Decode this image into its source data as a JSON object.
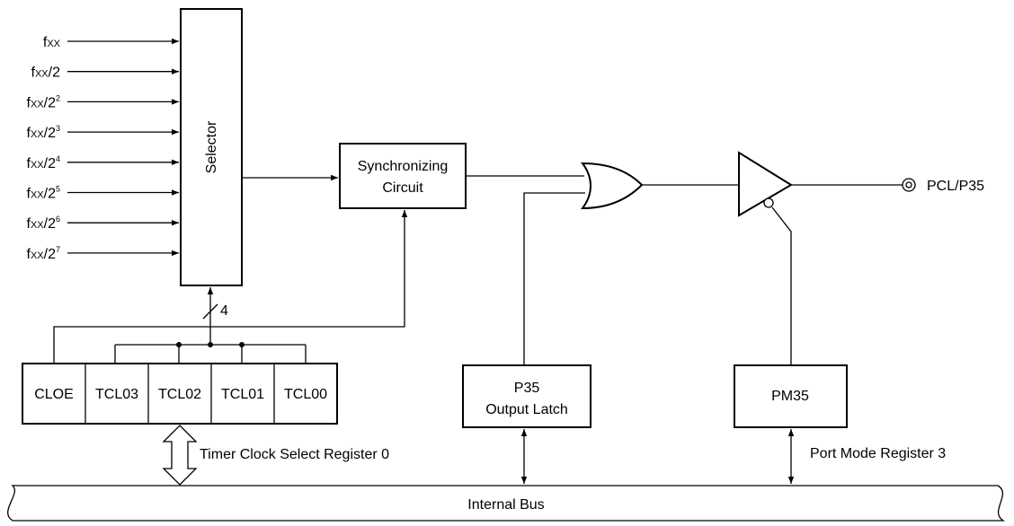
{
  "inputs": [
    {
      "base": "f",
      "sub": "XX",
      "div": "",
      "exp": ""
    },
    {
      "base": "f",
      "sub": "XX",
      "div": "/2",
      "exp": ""
    },
    {
      "base": "f",
      "sub": "XX",
      "div": "/2",
      "exp": "2"
    },
    {
      "base": "f",
      "sub": "XX",
      "div": "/2",
      "exp": "3"
    },
    {
      "base": "f",
      "sub": "XX",
      "div": "/2",
      "exp": "4"
    },
    {
      "base": "f",
      "sub": "XX",
      "div": "/2",
      "exp": "5"
    },
    {
      "base": "f",
      "sub": "XX",
      "div": "/2",
      "exp": "6"
    },
    {
      "base": "f",
      "sub": "XX",
      "div": "/2",
      "exp": "7"
    }
  ],
  "selector": {
    "label": "Selector"
  },
  "sync": {
    "line1": "Synchronizing",
    "line2": "Circuit"
  },
  "output": {
    "label": "PCL/P35"
  },
  "bus_width": "4",
  "register": {
    "cells": [
      "CLOE",
      "TCL03",
      "TCL02",
      "TCL01",
      "TCL00"
    ],
    "label": "Timer Clock Select Register 0"
  },
  "latch": {
    "line1": "P35",
    "line2": "Output Latch"
  },
  "pm": {
    "label": "PM35",
    "reg_label": "Port Mode Register 3"
  },
  "bus": {
    "label": "Internal Bus"
  }
}
